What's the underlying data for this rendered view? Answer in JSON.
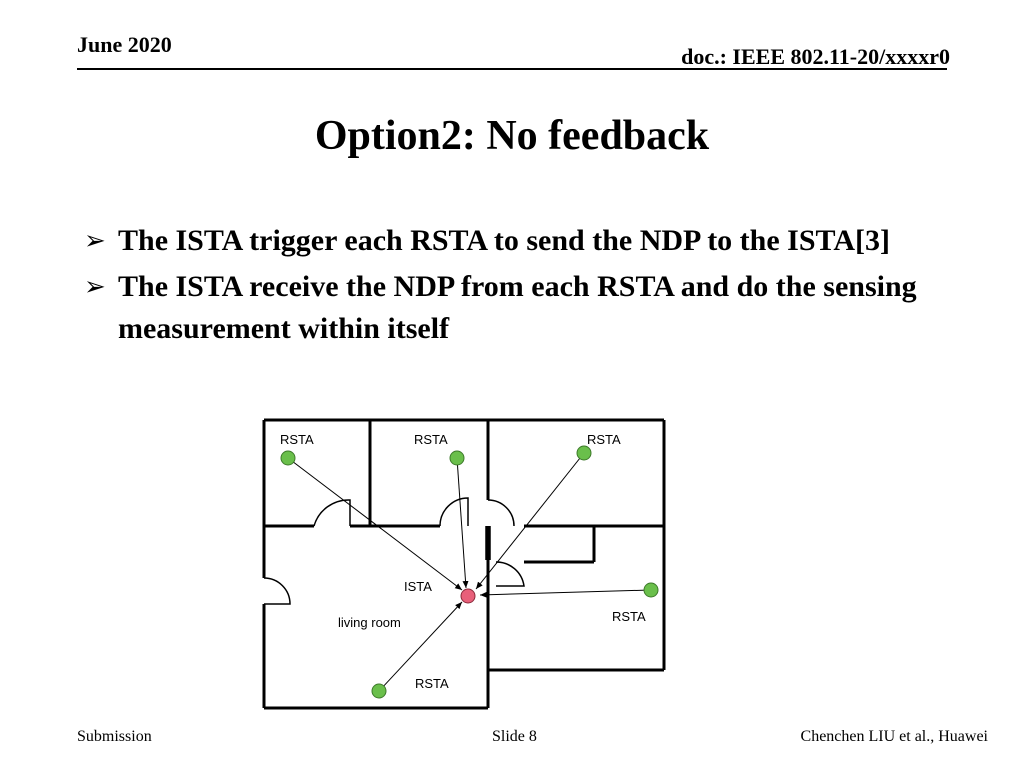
{
  "header": {
    "date": "June 2020",
    "doc_id": "doc.: IEEE 802.11-20/xxxxr0"
  },
  "title": "Option2: No feedback",
  "bullets": [
    {
      "text": "The ISTA trigger each RSTA to send the NDP to the ISTA[3]"
    },
    {
      "text": "The ISTA receive the NDP from each RSTA and do the sensing measurement within itself"
    }
  ],
  "figure": {
    "labels": {
      "rsta_1": "RSTA",
      "rsta_2": "RSTA",
      "rsta_3": "RSTA",
      "rsta_4": "RSTA",
      "rsta_5": "RSTA",
      "ista": "ISTA",
      "room": "living room"
    },
    "colors": {
      "rsta": "#6abf4b",
      "ista": "#e8607a"
    }
  },
  "footer": {
    "left": "Submission",
    "center": "Slide 8",
    "right": "Chenchen LIU et al., Huawei"
  }
}
